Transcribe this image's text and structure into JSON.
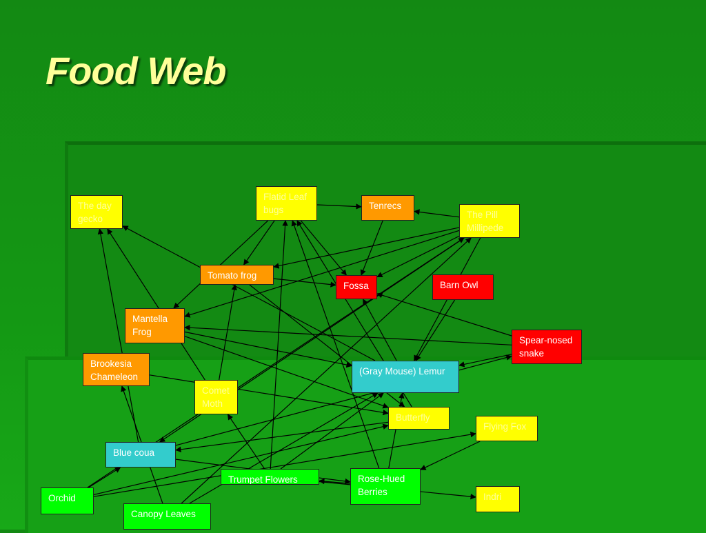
{
  "slide": {
    "title": "Food Web"
  },
  "colors": {
    "yellow": "#ffff00",
    "orange": "#ff9900",
    "red": "#ff0000",
    "cyan": "#33cccc",
    "green": "#00ff00",
    "text_light": "#ffff99",
    "text_dark": "#000000",
    "text_white": "#ffffff"
  },
  "nodes": [
    {
      "id": "day-gecko",
      "label": "The day\ngecko",
      "fill": "yellow"
    },
    {
      "id": "flatid-leaf-bugs",
      "label": "Flatid Leaf\nbugs",
      "fill": "yellow"
    },
    {
      "id": "tenrecs",
      "label": "Tenrecs",
      "fill": "orange"
    },
    {
      "id": "pill-millipede",
      "label": "The Pill\nMillipede",
      "fill": "yellow"
    },
    {
      "id": "tomato-frog",
      "label": "Tomato frog",
      "fill": "orange"
    },
    {
      "id": "fossa",
      "label": "Fossa",
      "fill": "red"
    },
    {
      "id": "barn-owl",
      "label": "Barn Owl",
      "fill": "red"
    },
    {
      "id": "mantella-frog",
      "label": "Mantella\nFrog",
      "fill": "orange"
    },
    {
      "id": "spear-nosed-snake",
      "label": "Spear-nosed\nsnake",
      "fill": "red"
    },
    {
      "id": "brookesia-chameleon",
      "label": "Brookesia\nChameleon",
      "fill": "orange"
    },
    {
      "id": "gray-mouse-lemur",
      "label": "(Gray Mouse) Lemur",
      "fill": "cyan"
    },
    {
      "id": "comet-moth",
      "label": "Comet\nMoth",
      "fill": "yellow"
    },
    {
      "id": "butterfly",
      "label": "Butterfly",
      "fill": "yellow"
    },
    {
      "id": "flying-fox",
      "label": "Flying Fox",
      "fill": "yellow"
    },
    {
      "id": "blue-coua",
      "label": "Blue coua",
      "fill": "cyan"
    },
    {
      "id": "trumpet-flowers",
      "label": "Trumpet Flowers",
      "fill": "green"
    },
    {
      "id": "rose-hued-berries",
      "label": "Rose-Hued\nBerries",
      "fill": "green"
    },
    {
      "id": "orchid",
      "label": "Orchid",
      "fill": "green"
    },
    {
      "id": "indri",
      "label": "Indri",
      "fill": "yellow"
    },
    {
      "id": "canopy-leaves",
      "label": "Canopy Leaves",
      "fill": "green"
    }
  ],
  "edges": [
    {
      "from": "flatid-leaf-bugs",
      "to": "tenrecs"
    },
    {
      "from": "flatid-leaf-bugs",
      "to": "tomato-frog"
    },
    {
      "from": "flatid-leaf-bugs",
      "to": "mantella-frog"
    },
    {
      "from": "flatid-leaf-bugs",
      "to": "fossa"
    },
    {
      "from": "pill-millipede",
      "to": "tenrecs"
    },
    {
      "from": "pill-millipede",
      "to": "tomato-frog"
    },
    {
      "from": "pill-millipede",
      "to": "mantella-frog"
    },
    {
      "from": "pill-millipede",
      "to": "fossa"
    },
    {
      "from": "pill-millipede",
      "to": "gray-mouse-lemur"
    },
    {
      "from": "tenrecs",
      "to": "fossa"
    },
    {
      "from": "tomato-frog",
      "to": "fossa"
    },
    {
      "from": "tomato-frog",
      "to": "butterfly"
    },
    {
      "from": "gray-mouse-lemur",
      "to": "fossa"
    },
    {
      "from": "gray-mouse-lemur",
      "to": "day-gecko"
    },
    {
      "from": "barn-owl",
      "to": "gray-mouse-lemur"
    },
    {
      "from": "spear-nosed-snake",
      "to": "fossa"
    },
    {
      "from": "spear-nosed-snake",
      "to": "mantella-frog"
    },
    {
      "from": "spear-nosed-snake",
      "to": "gray-mouse-lemur"
    },
    {
      "from": "mantella-frog",
      "to": "butterfly"
    },
    {
      "from": "mantella-frog",
      "to": "gray-mouse-lemur"
    },
    {
      "from": "comet-moth",
      "to": "day-gecko"
    },
    {
      "from": "comet-moth",
      "to": "tomato-frog"
    },
    {
      "from": "brookesia-chameleon",
      "to": "butterfly"
    },
    {
      "from": "blue-coua",
      "to": "day-gecko"
    },
    {
      "from": "blue-coua",
      "to": "rose-hued-berries"
    },
    {
      "from": "blue-coua",
      "to": "spear-nosed-snake"
    },
    {
      "from": "trumpet-flowers",
      "to": "comet-moth"
    },
    {
      "from": "trumpet-flowers",
      "to": "flatid-leaf-bugs"
    },
    {
      "from": "trumpet-flowers",
      "to": "gray-mouse-lemur"
    },
    {
      "from": "rose-hued-berries",
      "to": "gray-mouse-lemur"
    },
    {
      "from": "rose-hued-berries",
      "to": "flatid-leaf-bugs"
    },
    {
      "from": "rose-hued-berries",
      "to": "trumpet-flowers"
    },
    {
      "from": "butterfly",
      "to": "blue-coua"
    },
    {
      "from": "butterfly",
      "to": "flatid-leaf-bugs"
    },
    {
      "from": "orchid",
      "to": "blue-coua"
    },
    {
      "from": "orchid",
      "to": "butterfly"
    },
    {
      "from": "orchid",
      "to": "pill-millipede"
    },
    {
      "from": "orchid",
      "to": "flying-fox"
    },
    {
      "from": "canopy-leaves",
      "to": "brookesia-chameleon"
    },
    {
      "from": "canopy-leaves",
      "to": "pill-millipede"
    },
    {
      "from": "canopy-leaves",
      "to": "gray-mouse-lemur"
    },
    {
      "from": "flying-fox",
      "to": "rose-hued-berries"
    },
    {
      "from": "trumpet-flowers",
      "to": "indri"
    },
    {
      "from": "pill-millipede",
      "to": "blue-coua"
    }
  ]
}
